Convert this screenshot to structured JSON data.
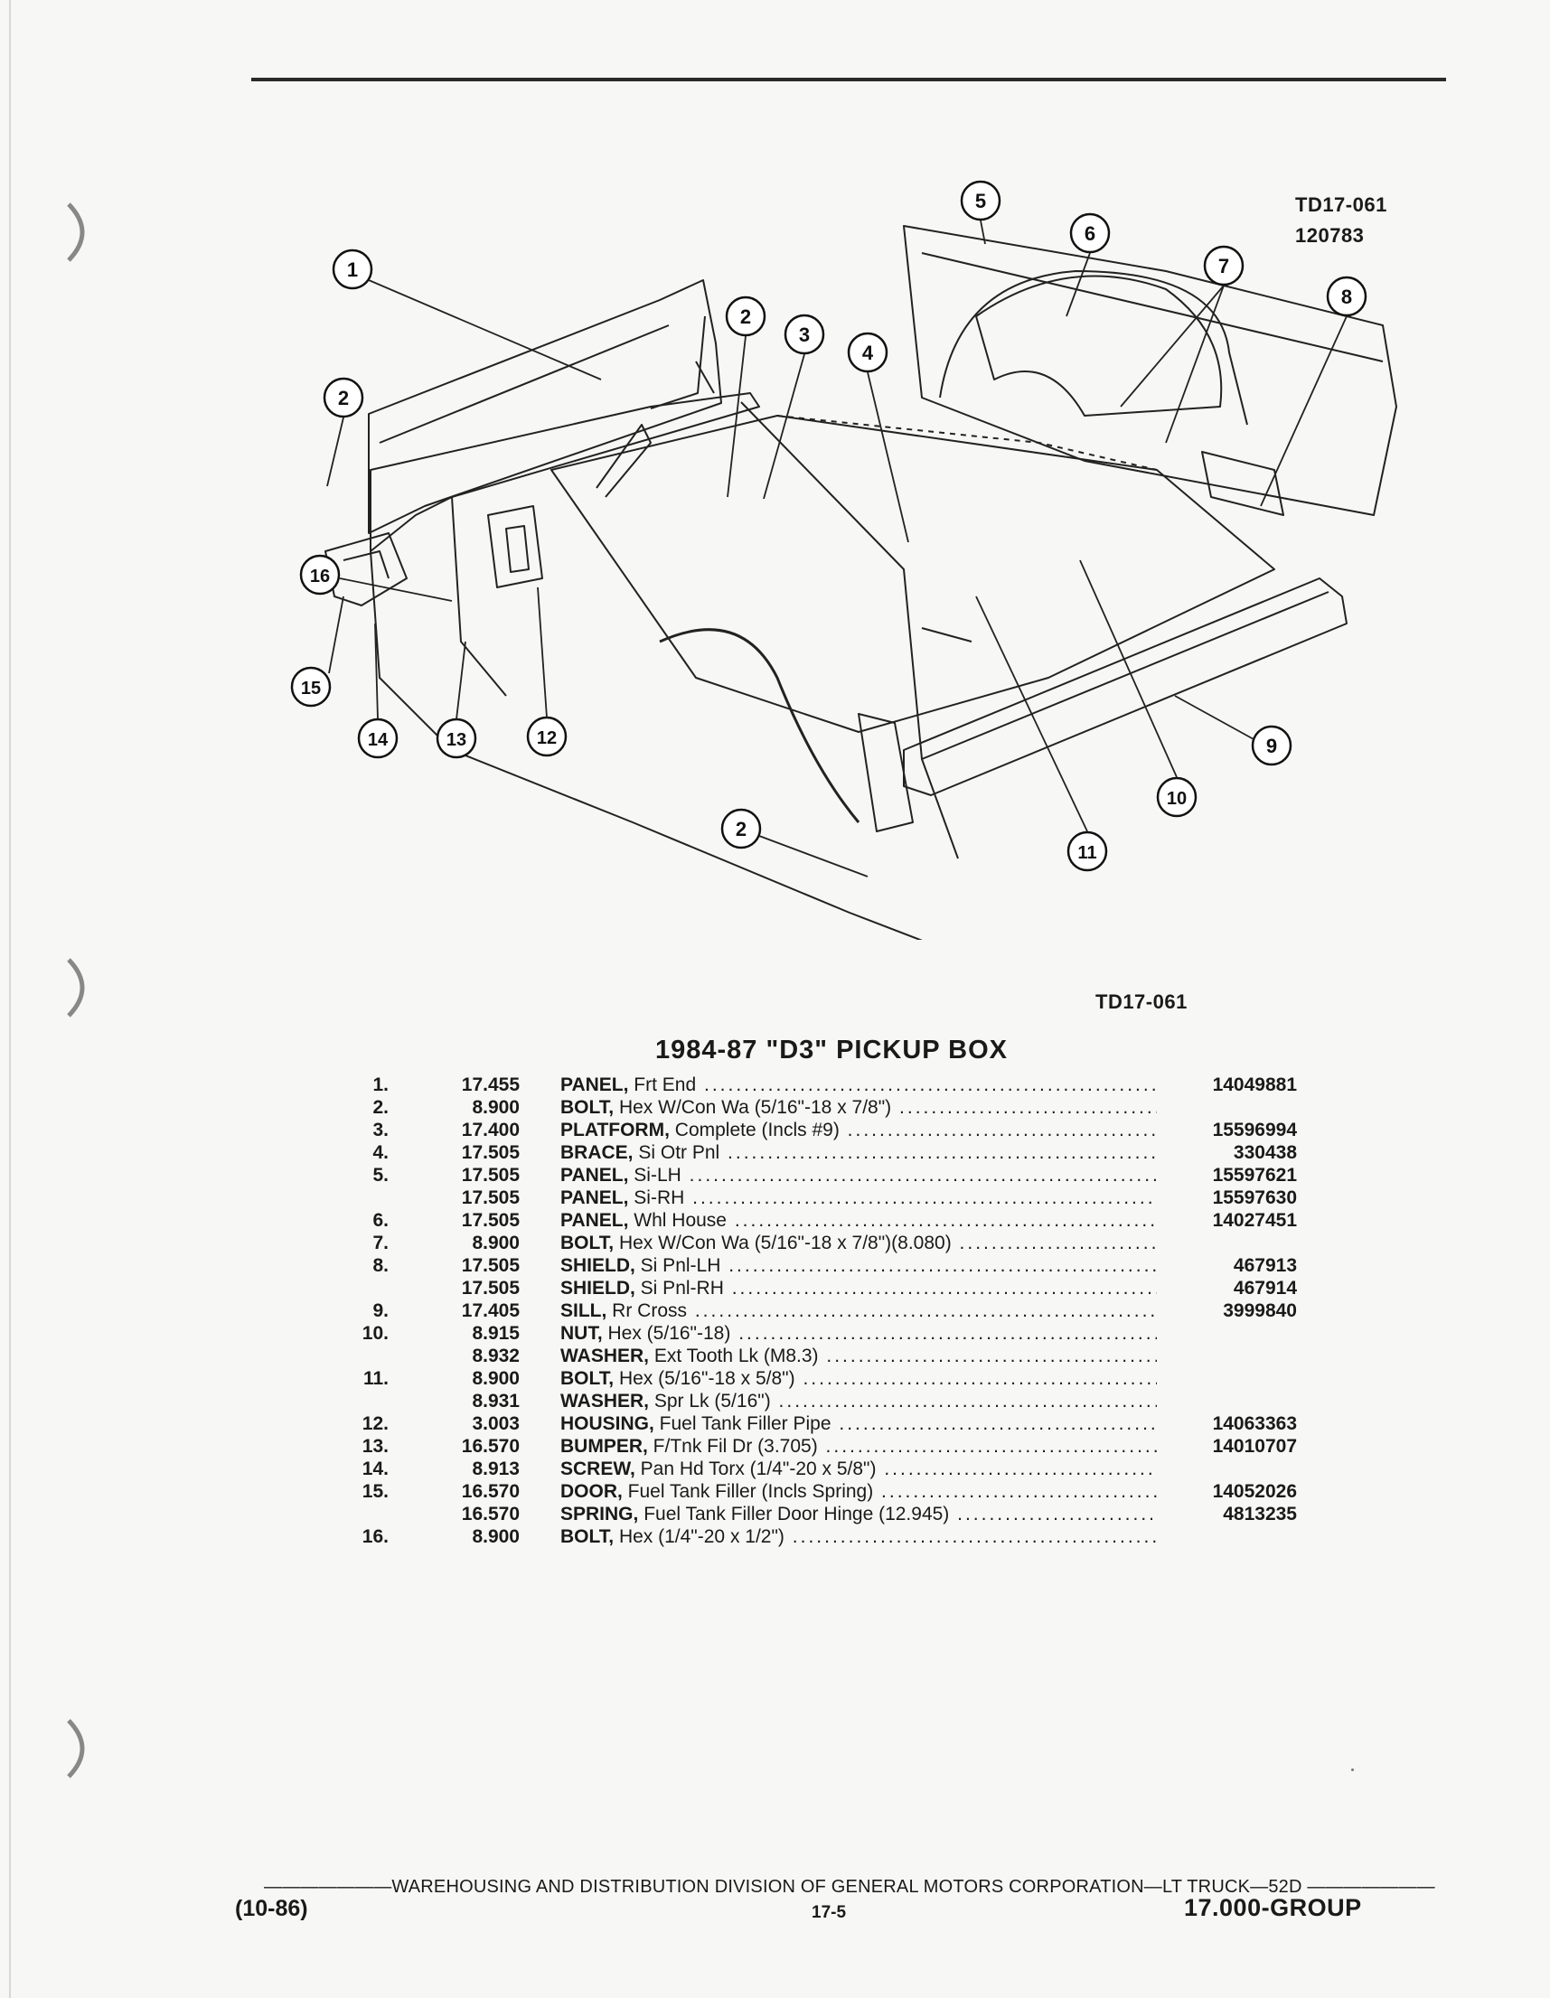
{
  "figure": {
    "code": "TD17-061",
    "date_code": "120783",
    "caption": "TD17-061",
    "callouts": [
      "1",
      "2",
      "3",
      "4",
      "5",
      "6",
      "7",
      "8",
      "9",
      "10",
      "11",
      "12",
      "13",
      "14",
      "15",
      "16"
    ]
  },
  "title": "1984-87 \"D3\" PICKUP BOX",
  "parts": [
    {
      "no": "1.",
      "group": "17.455",
      "name": "PANEL,",
      "desc": " Frt End",
      "pn": "14049881"
    },
    {
      "no": "2.",
      "group": "8.900",
      "name": "BOLT,",
      "desc": " Hex W/Con Wa (5/16\"-18 x 7/8\")",
      "pn": ""
    },
    {
      "no": "3.",
      "group": "17.400",
      "name": "PLATFORM,",
      "desc": " Complete (Incls #9)",
      "pn": "15596994"
    },
    {
      "no": "4.",
      "group": "17.505",
      "name": "BRACE,",
      "desc": " Si Otr Pnl",
      "pn": "330438"
    },
    {
      "no": "5.",
      "group": "17.505",
      "name": "PANEL,",
      "desc": " Si-LH",
      "pn": "15597621"
    },
    {
      "no": "",
      "group": "17.505",
      "name": "PANEL,",
      "desc": " Si-RH",
      "pn": "15597630"
    },
    {
      "no": "6.",
      "group": "17.505",
      "name": "PANEL,",
      "desc": " Whl House",
      "pn": "14027451"
    },
    {
      "no": "7.",
      "group": "8.900",
      "name": "BOLT,",
      "desc": " Hex W/Con Wa (5/16\"-18 x 7/8\")(8.080)",
      "pn": ""
    },
    {
      "no": "8.",
      "group": "17.505",
      "name": "SHIELD,",
      "desc": " Si Pnl-LH",
      "pn": "467913"
    },
    {
      "no": "",
      "group": "17.505",
      "name": "SHIELD,",
      "desc": " Si Pnl-RH",
      "pn": "467914"
    },
    {
      "no": "9.",
      "group": "17.405",
      "name": "SILL,",
      "desc": " Rr Cross",
      "pn": "3999840"
    },
    {
      "no": "10.",
      "group": "8.915",
      "name": "NUT,",
      "desc": " Hex (5/16\"-18)",
      "pn": ""
    },
    {
      "no": "",
      "group": "8.932",
      "name": "WASHER,",
      "desc": " Ext Tooth Lk (M8.3)",
      "pn": ""
    },
    {
      "no": "11.",
      "group": "8.900",
      "name": "BOLT,",
      "desc": " Hex (5/16\"-18 x 5/8\")",
      "pn": ""
    },
    {
      "no": "",
      "group": "8.931",
      "name": "WASHER,",
      "desc": " Spr Lk (5/16\")",
      "pn": ""
    },
    {
      "no": "12.",
      "group": "3.003",
      "name": "HOUSING,",
      "desc": " Fuel Tank Filler Pipe",
      "pn": "14063363"
    },
    {
      "no": "13.",
      "group": "16.570",
      "name": "BUMPER,",
      "desc": " F/Tnk Fil Dr (3.705)",
      "pn": "14010707"
    },
    {
      "no": "14.",
      "group": "8.913",
      "name": "SCREW,",
      "desc": " Pan Hd Torx (1/4\"-20 x 5/8\")",
      "pn": ""
    },
    {
      "no": "15.",
      "group": "16.570",
      "name": "DOOR,",
      "desc": " Fuel Tank Filler (Incls Spring)",
      "pn": "14052026"
    },
    {
      "no": "",
      "group": "16.570",
      "name": "SPRING,",
      "desc": " Fuel Tank Filler Door Hinge (12.945)",
      "pn": "4813235"
    },
    {
      "no": "16.",
      "group": "8.900",
      "name": "BOLT,",
      "desc": " Hex (1/4\"-20 x 1/2\")",
      "pn": ""
    }
  ],
  "footer": {
    "line": "———————WAREHOUSING AND DISTRIBUTION  DIVISION OF GENERAL MOTORS CORPORATION—LT TRUCK—52D ———————",
    "date": "(10-86)",
    "page": "17-5",
    "group": "17.000-GROUP"
  }
}
